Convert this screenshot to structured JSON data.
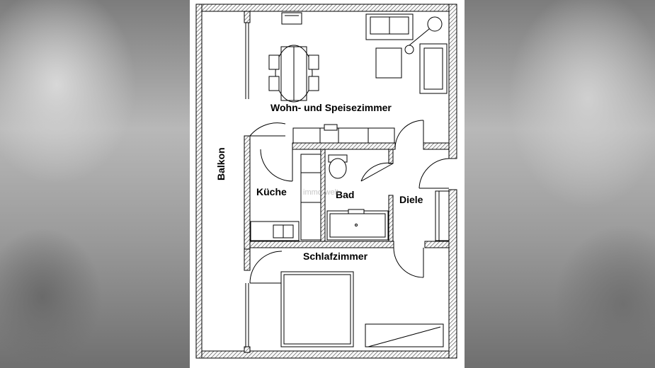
{
  "rooms": {
    "wohn": "Wohn- und Speisezimmer",
    "balkon": "Balkon",
    "kueche": "Küche",
    "bad": "Bad",
    "diele": "Diele",
    "schlaf": "Schlafzimmer"
  },
  "watermark": "immo-welt",
  "colors": {
    "wall_line": "#000000",
    "wall_hatch": "#555555",
    "paper": "#ffffff"
  }
}
